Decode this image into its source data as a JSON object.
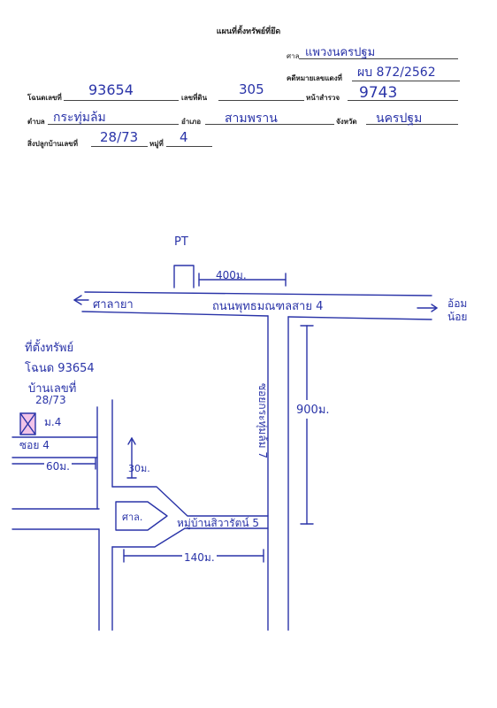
{
  "header": {
    "title": "แผนที่ตั้งทรัพย์ที่ยึด",
    "court_label": "ศาล",
    "court_value": "แพวงนครปฐม",
    "case_label": "คดีหมายเลขแดงที่",
    "case_value": "ผบ 872/2562"
  },
  "fields": {
    "deed_label": "โฉนดเลขที่",
    "deed_value": "93654",
    "land_no_label": "เลขที่ดิน",
    "land_no_value": "305",
    "survey_label": "หน้าสำรวจ",
    "survey_value": "9743",
    "tambon_label": "ตำบล",
    "tambon_value": "กระทุ่มล้ม",
    "amphoe_label": "อำเภอ",
    "amphoe_value": "สามพราน",
    "province_label": "จังหวัด",
    "province_value": "นครปฐม",
    "house_label": "สิ่งปลูกบ้านเลขที่",
    "house_value": "28/73",
    "moo_label": "หมู่ที่",
    "moo_value": "4"
  },
  "map": {
    "pt_label": "PT",
    "dist_400": "400ม.",
    "road_left": "ศาลายา",
    "road_main": "ถนนพุทธมณฑลสาย 4",
    "road_right": "อ้อมน้อย",
    "side_road": "ซอยกระทุ่มล้ม 7",
    "dist_900": "900ม.",
    "property_note_1": "ที่ตั้งทรัพย์",
    "property_note_2": "โฉนด 93654",
    "property_note_3": "บ้านเลขที่",
    "property_note_4": "28/73",
    "moo_marker": "ม.4",
    "soi_label": "ซอย 4",
    "dist_60": "60ม.",
    "dist_30": "30ม.",
    "sala_label": "ศาล.",
    "village_label": "หมู่บ้านสิวารัตน์ 5",
    "dist_140": "140ม."
  }
}
